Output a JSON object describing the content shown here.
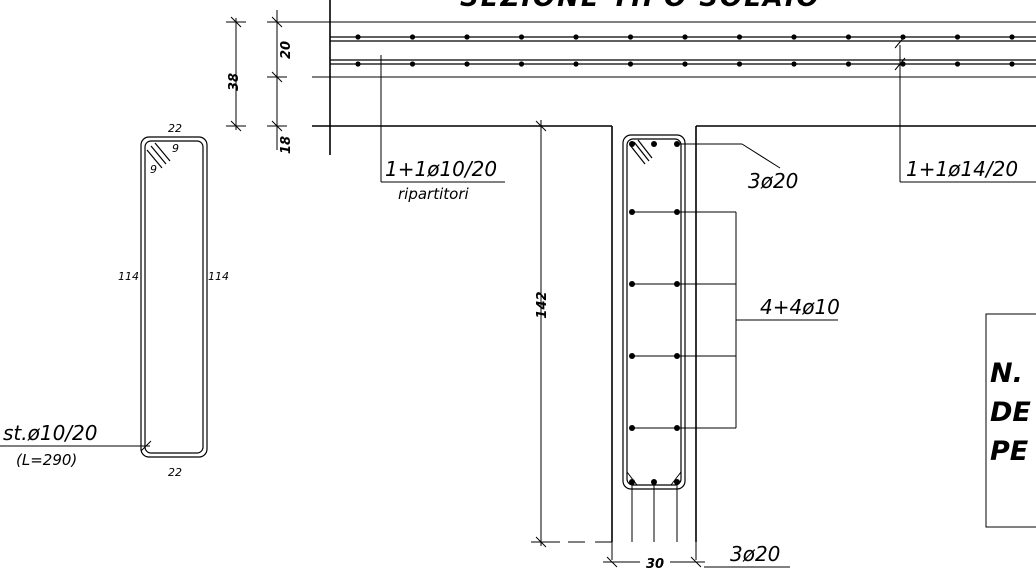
{
  "title": "SEZIONE TIPO SOLAIO",
  "dimensions": {
    "slab_total": "38",
    "slab_top": "20",
    "slab_bottom": "18",
    "beam_height": "142",
    "beam_width": "30",
    "stirrup_top": "22",
    "stirrup_bottom": "22",
    "stirrup_left": "114",
    "stirrup_right": "114",
    "hook_a": "9",
    "hook_b": "9"
  },
  "labels": {
    "distribution_bars": "1+1ø10/20",
    "distribution_caption": "ripartitori",
    "main_bars": "1+1ø14/20",
    "top_bars": "3ø20",
    "side_bars": "4+4ø10",
    "bottom_bars": "3ø20",
    "stirrups": "st.ø10/20",
    "stirrup_length": "(L=290)"
  },
  "note": {
    "line1": "N.",
    "line2": "DE",
    "line3": "PE"
  }
}
